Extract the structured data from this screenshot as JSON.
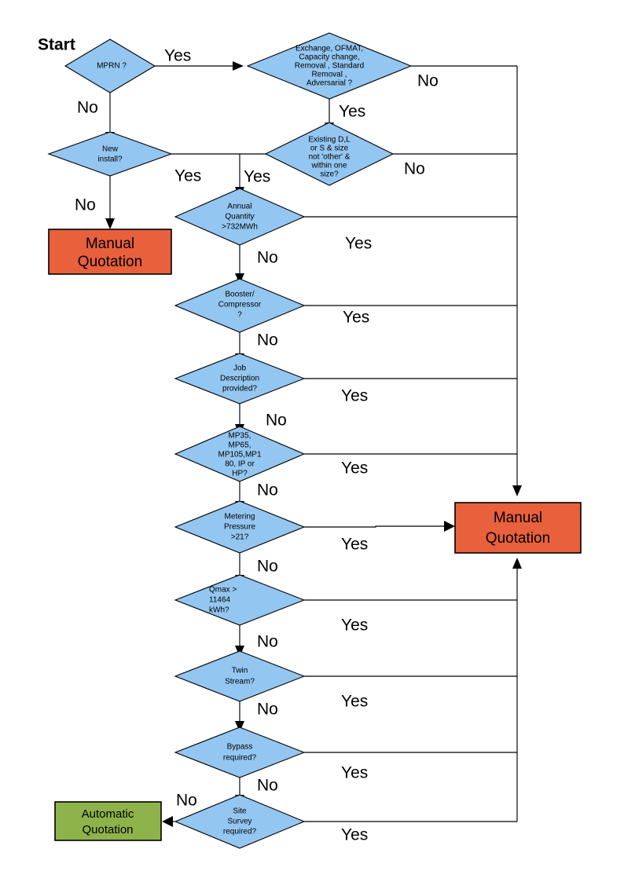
{
  "diagram": {
    "title_label": "Start",
    "colors": {
      "decision_fill": "#93C6F0",
      "manual_fill": "#E8603C",
      "automatic_fill": "#8DB34A",
      "line": "#000000",
      "background": "#FFFFFF"
    },
    "decisions": [
      {
        "id": "mprn",
        "lines": [
          "MPRN ?"
        ]
      },
      {
        "id": "exchange",
        "lines": [
          "Exchange, OFMAT,",
          "Capacity change,",
          "Removal , Standard",
          "Removal ,",
          "Adversarial ?"
        ]
      },
      {
        "id": "new-install",
        "lines": [
          "New",
          "install?"
        ]
      },
      {
        "id": "existing-dls",
        "lines": [
          "Existing D,L",
          "or S & size",
          "not 'other' &",
          "within one",
          "size?"
        ]
      },
      {
        "id": "annual-quantity",
        "lines": [
          "Annual",
          "Quantity",
          ">732MWh"
        ]
      },
      {
        "id": "booster-compressor",
        "lines": [
          "Booster/",
          "Compressor",
          "?"
        ]
      },
      {
        "id": "job-description",
        "lines": [
          "Job",
          "Description",
          "provided?"
        ]
      },
      {
        "id": "meter-type",
        "lines": [
          "MP35,",
          "MP65,",
          "MP105,MP1",
          "80, IP or",
          "HP?"
        ]
      },
      {
        "id": "metering-pressure",
        "lines": [
          "Metering",
          "Pressure",
          ">21?"
        ]
      },
      {
        "id": "qmax",
        "lines": [
          "Qmax >",
          "11464",
          "kWh?"
        ]
      },
      {
        "id": "twin-stream",
        "lines": [
          "Twin",
          "Stream?"
        ]
      },
      {
        "id": "bypass",
        "lines": [
          "Bypass",
          "required?"
        ]
      },
      {
        "id": "site-survey",
        "lines": [
          "Site",
          "Survey",
          "required?"
        ]
      }
    ],
    "terminals": [
      {
        "id": "manual-quotation-left",
        "lines": [
          "Manual",
          "Quotation"
        ]
      },
      {
        "id": "manual-quotation-right",
        "lines": [
          "Manual",
          "Quotation"
        ]
      },
      {
        "id": "automatic-quotation",
        "lines": [
          "Automatic",
          "Quotation"
        ]
      }
    ],
    "edge_labels": {
      "mprn_yes": "Yes",
      "mprn_no": "No",
      "exchange_no": "No",
      "exchange_yes": "Yes",
      "new_install_yes": "Yes",
      "new_install_no": "No",
      "existing_yes": "Yes",
      "existing_no": "No",
      "annual_quantity_yes": "Yes",
      "annual_quantity_no": "No",
      "booster_yes": "Yes",
      "booster_no": "No",
      "job_description_yes": "Yes",
      "job_description_no": "No",
      "meter_type_yes": "Yes",
      "meter_type_no": "No",
      "metering_pressure_yes": "Yes",
      "metering_pressure_no": "No",
      "qmax_yes": "Yes",
      "qmax_no": "No",
      "twin_stream_yes": "Yes",
      "twin_stream_no": "No",
      "bypass_yes": "Yes",
      "bypass_no": "No",
      "site_survey_yes": "Yes",
      "site_survey_no": "No"
    }
  }
}
